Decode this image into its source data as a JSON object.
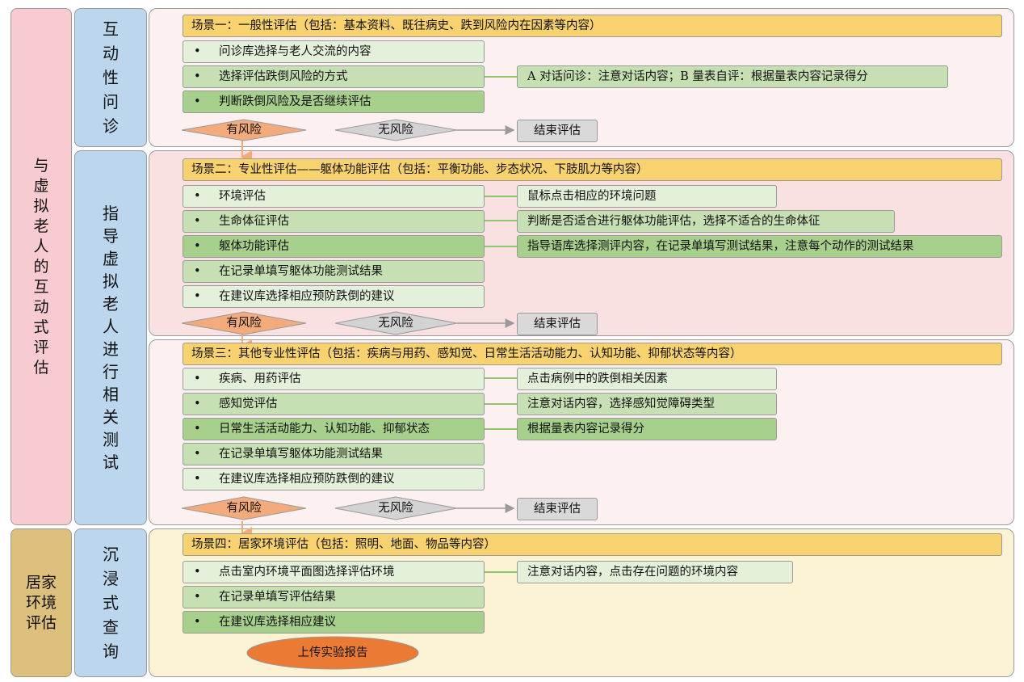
{
  "left_labels": {
    "interactive": "与虚拟老人的互动式评估",
    "home": "居家环境评估"
  },
  "mid_labels": {
    "inquiry": "互动性问诊",
    "guided": "指导虚拟老人进行相关测试",
    "immersive": "沉浸式查询"
  },
  "scene1": {
    "title": "场景一：一般性评估（包括：基本资料、既往病史、跌到风险内在因素等内容）",
    "items": [
      "问诊库选择与老人交流的内容",
      "选择评估跌倒风险的方式",
      "判断跌倒风险及是否继续评估"
    ],
    "note": "A 对话问诊：注意对话内容；B 量表自评：根据量表内容记录得分"
  },
  "scene2": {
    "title": "场景二：专业性评估——躯体功能评估（包括：平衡功能、步态状况、下肢肌力等内容）",
    "items": [
      "环境评估",
      "生命体征评估",
      "躯体功能评估",
      "在记录单填写躯体功能测试结果",
      "在建议库选择相应预防跌倒的建议"
    ],
    "notes": [
      "鼠标点击相应的环境问题",
      "判断是否适合进行躯体功能评估，选择不适合的生命体征",
      "指导语库选择测评内容，在记录单填写测试结果，注意每个动作的测试结果"
    ]
  },
  "scene3": {
    "title": "场景三：其他专业性评估（包括：疾病与用药、感知觉、日常生活活动能力、认知功能、抑郁状态等内容）",
    "items": [
      "疾病、用药评估",
      "感知觉评估",
      "日常生活活动能力、认知功能、抑郁状态",
      "在记录单填写躯体功能测试结果",
      "在建议库选择相应预防跌倒的建议"
    ],
    "notes": [
      "点击病例中的跌倒相关因素",
      "注意对话内容，选择感知觉障碍类型",
      "根据量表内容记录得分"
    ]
  },
  "scene4": {
    "title": "场景四：居家环境评估（包括：照明、地面、物品等内容）",
    "items": [
      "点击室内环境平面图选择评估环境",
      "在记录单填写评估结果",
      "在建议库选择相应建议"
    ],
    "note": "注意对话内容，点击存在问题的环境内容"
  },
  "decision": {
    "risk": "有风险",
    "no_risk": "无风险",
    "end": "结束评估",
    "bullet": "•"
  },
  "upload": "上传实验报告",
  "colors": {
    "pink_col": "#f8cbd0",
    "tan_col": "#dcc07c",
    "blue_col": "#bcd6ee",
    "scene_yellow": "#f8d26f",
    "risk_orange": "#f3ab7c",
    "upload_orange": "#ea7a34",
    "green_line": "#8fc66d"
  }
}
